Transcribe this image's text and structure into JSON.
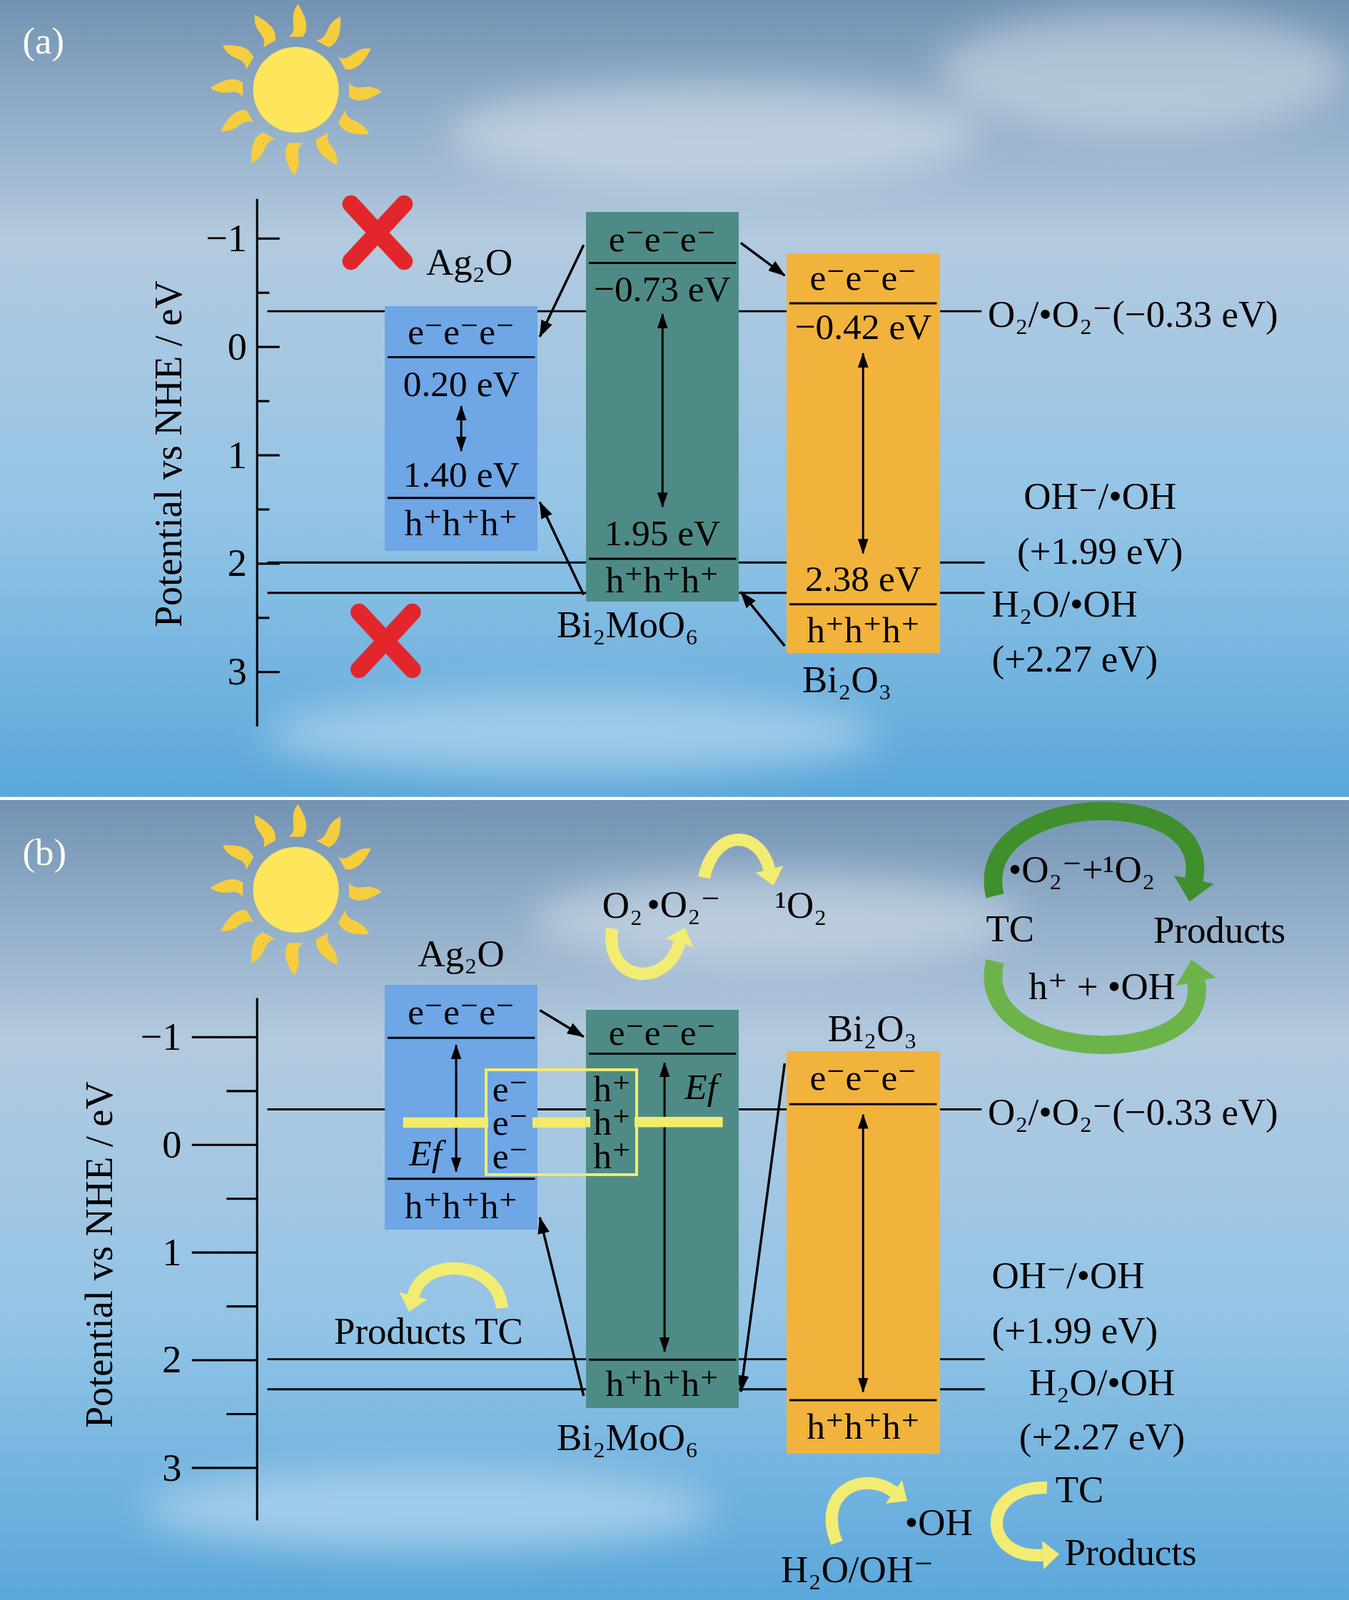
{
  "diagram": {
    "nodes": [
      {
        "text": [
          "Ag₂O",
          "e⁻e⁻e⁻",
          "0.20 eV",
          "1.40 eV",
          "h⁺h⁺h⁺"
        ]
      },
      {
        "text": [
          "Bi₂MoO₆",
          "e⁻e⁻e⁻",
          "−0.73 eV",
          "1.95 eV",
          "h⁺h⁺h⁺"
        ]
      },
      {
        "text": [
          "Bi₂O₃",
          "e⁻e⁻e⁻",
          "−0.42 eV",
          "2.38 eV",
          "h⁺h⁺h⁺"
        ]
      },
      {
        "text": [
          "Ag₂O",
          "e⁻e⁻e⁻",
          "Ef",
          "h⁺h⁺h⁺"
        ]
      },
      {
        "text": [
          "Bi₂MoO₆",
          "e⁻e⁻e⁻",
          "Ef",
          "h⁺h⁺h⁺"
        ]
      },
      {
        "text": [
          "e⁻ e⁻ e⁻",
          "h⁺ h⁺ h⁺"
        ]
      },
      {
        "text": [
          "Bi₂O₃",
          "e⁻e⁻e⁻",
          "h⁺h⁺h⁺"
        ]
      }
    ],
    "edges": [
      {
        "from": 1,
        "to": 0,
        "arrow": "to"
      },
      {
        "from": 1,
        "to": 2,
        "arrow": "to"
      },
      {
        "from": 1,
        "to": 0,
        "arrow": "to"
      },
      {
        "from": 2,
        "to": 1,
        "arrow": "to"
      },
      {
        "from": 3,
        "to": 4,
        "arrow": "to"
      },
      {
        "from": 4,
        "to": 3,
        "arrow": "to"
      },
      {
        "from": 6,
        "to": 4,
        "arrow": "to"
      }
    ],
    "labels": [
      "(a)",
      "Potential vs NHE / eV",
      "−1",
      "0",
      "1",
      "2",
      "3",
      "O₂/•O₂⁻(−0.33 eV)",
      "OH⁻/•OH (+1.99 eV)",
      "H₂O/•OH (+2.27 eV)",
      "(b)",
      "Potential vs NHE / eV",
      "−1",
      "0",
      "1",
      "2",
      "3",
      "O₂",
      "•O₂⁻",
      "¹O₂",
      "•O₂⁻+¹O₂",
      "TC",
      "Products",
      "h⁺ + •OH",
      "Products TC",
      "O₂/•O₂⁻(−0.33 eV)",
      "OH⁻/•OH (+1.99 eV)",
      "H₂O/•OH (+2.27 eV)",
      "•OH",
      "TC",
      "Products",
      "H₂O/OH⁻"
    ]
  }
}
